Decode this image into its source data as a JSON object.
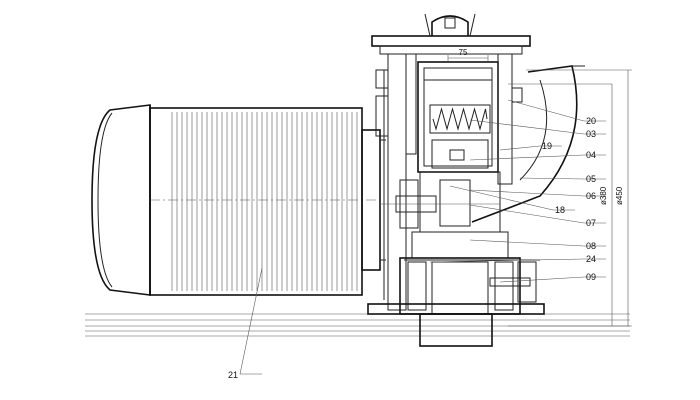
{
  "diagram": {
    "callouts": [
      {
        "id": "c20",
        "text": "20"
      },
      {
        "id": "c03",
        "text": "03"
      },
      {
        "id": "c19",
        "text": "19"
      },
      {
        "id": "c04",
        "text": "04"
      },
      {
        "id": "c05",
        "text": "05"
      },
      {
        "id": "c06",
        "text": "06"
      },
      {
        "id": "c18",
        "text": "18"
      },
      {
        "id": "c07",
        "text": "07"
      },
      {
        "id": "c08",
        "text": "08"
      },
      {
        "id": "c24",
        "text": "24"
      },
      {
        "id": "c09",
        "text": "09"
      },
      {
        "id": "c21",
        "text": "21"
      }
    ],
    "dimensions": {
      "width_75": "75",
      "dia_380": "ø380",
      "dia_450": "ø450"
    }
  }
}
